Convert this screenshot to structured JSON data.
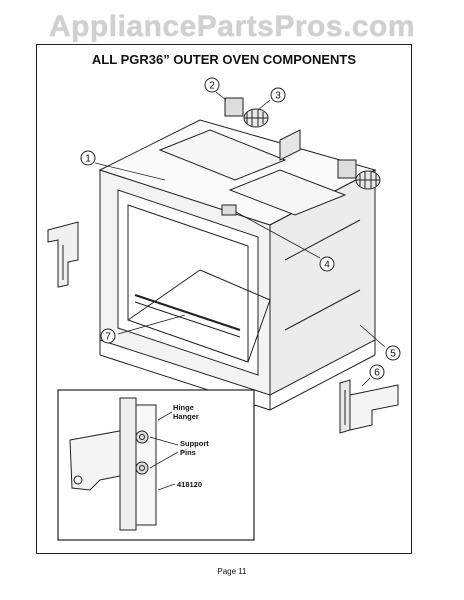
{
  "watermark": "AppliancePartsPros.com",
  "title": "ALL PGR36” OUTER OVEN COMPONENTS",
  "callouts": [
    "1",
    "2",
    "3",
    "4",
    "5",
    "6",
    "7"
  ],
  "inset": {
    "hinge_hanger": [
      "Hinge",
      "Hanger"
    ],
    "support_pins": [
      "Support",
      "Pins"
    ],
    "part_number": "418120"
  },
  "page_label": "Page 11"
}
